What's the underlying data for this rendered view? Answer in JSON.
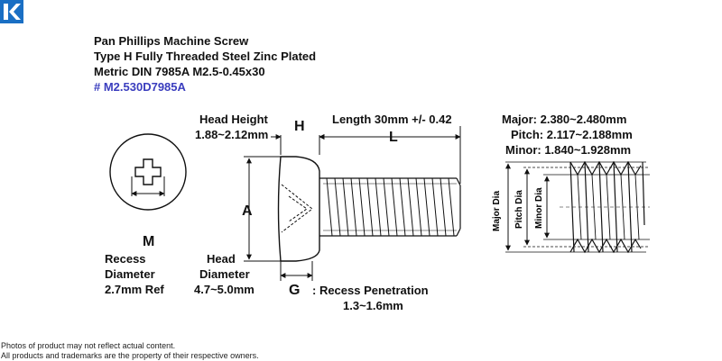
{
  "brand": {
    "logo_letter": "K",
    "logo_color": "#1a6fc4"
  },
  "product": {
    "line1": "Pan Phillips Machine Screw",
    "line2": "Type H Fully Threaded Steel Zinc Plated",
    "line3": "Metric DIN 7985A M2.5-0.45x30",
    "sku": "# M2.530D7985A",
    "sku_color": "#3a3dbe"
  },
  "labels": {
    "head_height_title": "Head Height",
    "head_height_value": "1.88~2.12mm",
    "h_letter": "H",
    "length_title": "Length 30mm +/- 0.42",
    "l_letter": "L",
    "a_letter": "A",
    "m_letter": "M",
    "g_letter": "G",
    "recess_line1": "Recess",
    "recess_line2": "Diameter",
    "recess_value": "2.7mm Ref",
    "head_line1": "Head",
    "head_line2": "Diameter",
    "head_value": "4.7~5.0mm",
    "penetration_title": ": Recess Penetration",
    "penetration_value": "1.3~1.6mm",
    "major": "Major: 2.380~2.480mm",
    "pitch": "Pitch:  2.117~2.188mm",
    "minor": "Minor: 1.840~1.928mm",
    "major_dia": "Major Dia",
    "pitch_dia": "Pitch Dia",
    "minor_dia": "Minor Dia"
  },
  "footer": {
    "line1": "Photos of product may not reflect actual content.",
    "line2": "All products and trademarks are the property of their respective owners."
  }
}
